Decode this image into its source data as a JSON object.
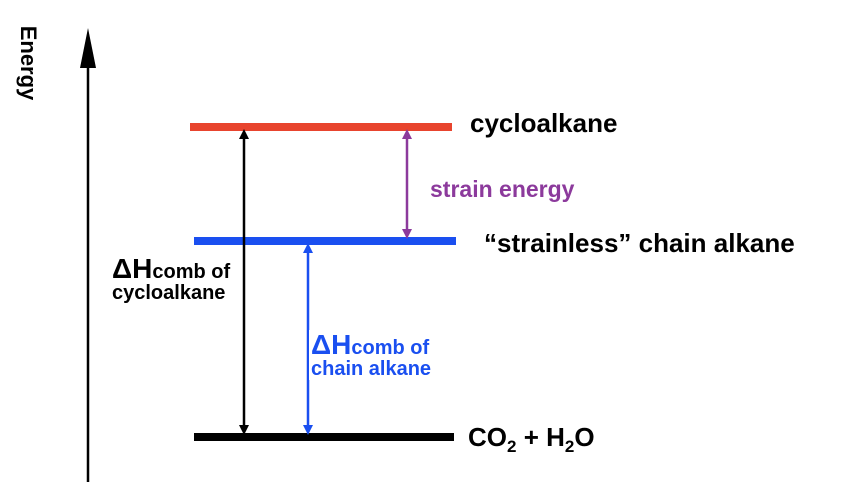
{
  "axis": {
    "label": "Energy"
  },
  "levels": {
    "cycloalkane": {
      "label": "cycloalkane",
      "color": "#e8442e"
    },
    "chain": {
      "label": "“strainless” chain alkane",
      "color": "#1a4ff0"
    },
    "products": {
      "label_main": "CO",
      "label_sub2": "2",
      "label_plus": " + H",
      "label_sub2b": "2",
      "label_tail": "O",
      "color": "#000000"
    }
  },
  "strain": {
    "label": "strain energy",
    "color": "#8c3a9c"
  },
  "dh_cyclo": {
    "delta": "ΔH",
    "sub": "comb of",
    "line2": "cycloalkane",
    "color": "#000000"
  },
  "dh_chain": {
    "delta": "ΔH",
    "sub": "comb of",
    "line2": "chain alkane",
    "color": "#1a4ff0"
  }
}
